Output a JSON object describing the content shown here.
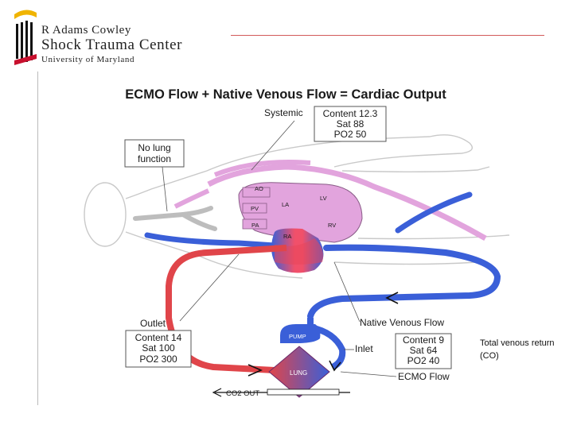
{
  "header": {
    "logo_line1": "R Adams Cowley",
    "logo_line2": "Shock Trauma Center",
    "logo_line3": "University of Maryland"
  },
  "diagram": {
    "title": "ECMO Flow + Native Venous Flow = Cardiac Output",
    "systemic_label": "Systemic",
    "systemic_box": [
      "Content 12.3",
      "Sat 88",
      "PO2 50"
    ],
    "no_lung_box": [
      "No lung",
      "function"
    ],
    "heart_labels": {
      "ao": "AO",
      "pv": "PV",
      "pa": "PA",
      "la": "LA",
      "lv": "LV",
      "rv": "RV",
      "ra": "RA"
    },
    "outlet_label": "Outlet",
    "outlet_box": [
      "Content 14",
      "Sat 100",
      "PO2 300"
    ],
    "native_venous_label": "Native Venous Flow",
    "inlet_label": "Inlet",
    "inlet_box": [
      "Content 9",
      "Sat 64",
      "PO2 40"
    ],
    "ecmo_flow_label": "ECMO Flow",
    "pump_label": "PUMP",
    "lung_label": "LUNG",
    "co2_label": "CO2 OUT"
  },
  "side_note": "Total venous return (CO)",
  "colors": {
    "arterial_red": "#e0454a",
    "venous_blue": "#3a5fd8",
    "heart_pink": "#e2a4dd",
    "accent_rule": "#d25a5a"
  }
}
